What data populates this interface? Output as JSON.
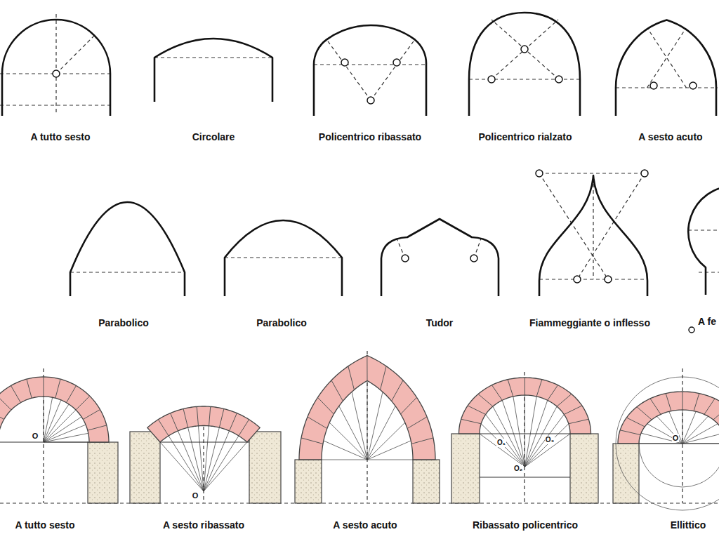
{
  "diagram": {
    "labels": [
      "A tutto sesto",
      "Circolare",
      "Policentrico ribassato",
      "Policentrico rialzato",
      "A sesto acuto",
      "Parabolico",
      "Parabolico",
      "Tudor",
      "Fiammeggiante o inflesso",
      "A fe",
      "A tutto sesto",
      "A sesto ribassato",
      "A sesto acuto",
      "Ribassato policentrico",
      "Ellittico",
      "O",
      "O",
      "O₁",
      "O₃",
      "O₂",
      "O"
    ]
  }
}
